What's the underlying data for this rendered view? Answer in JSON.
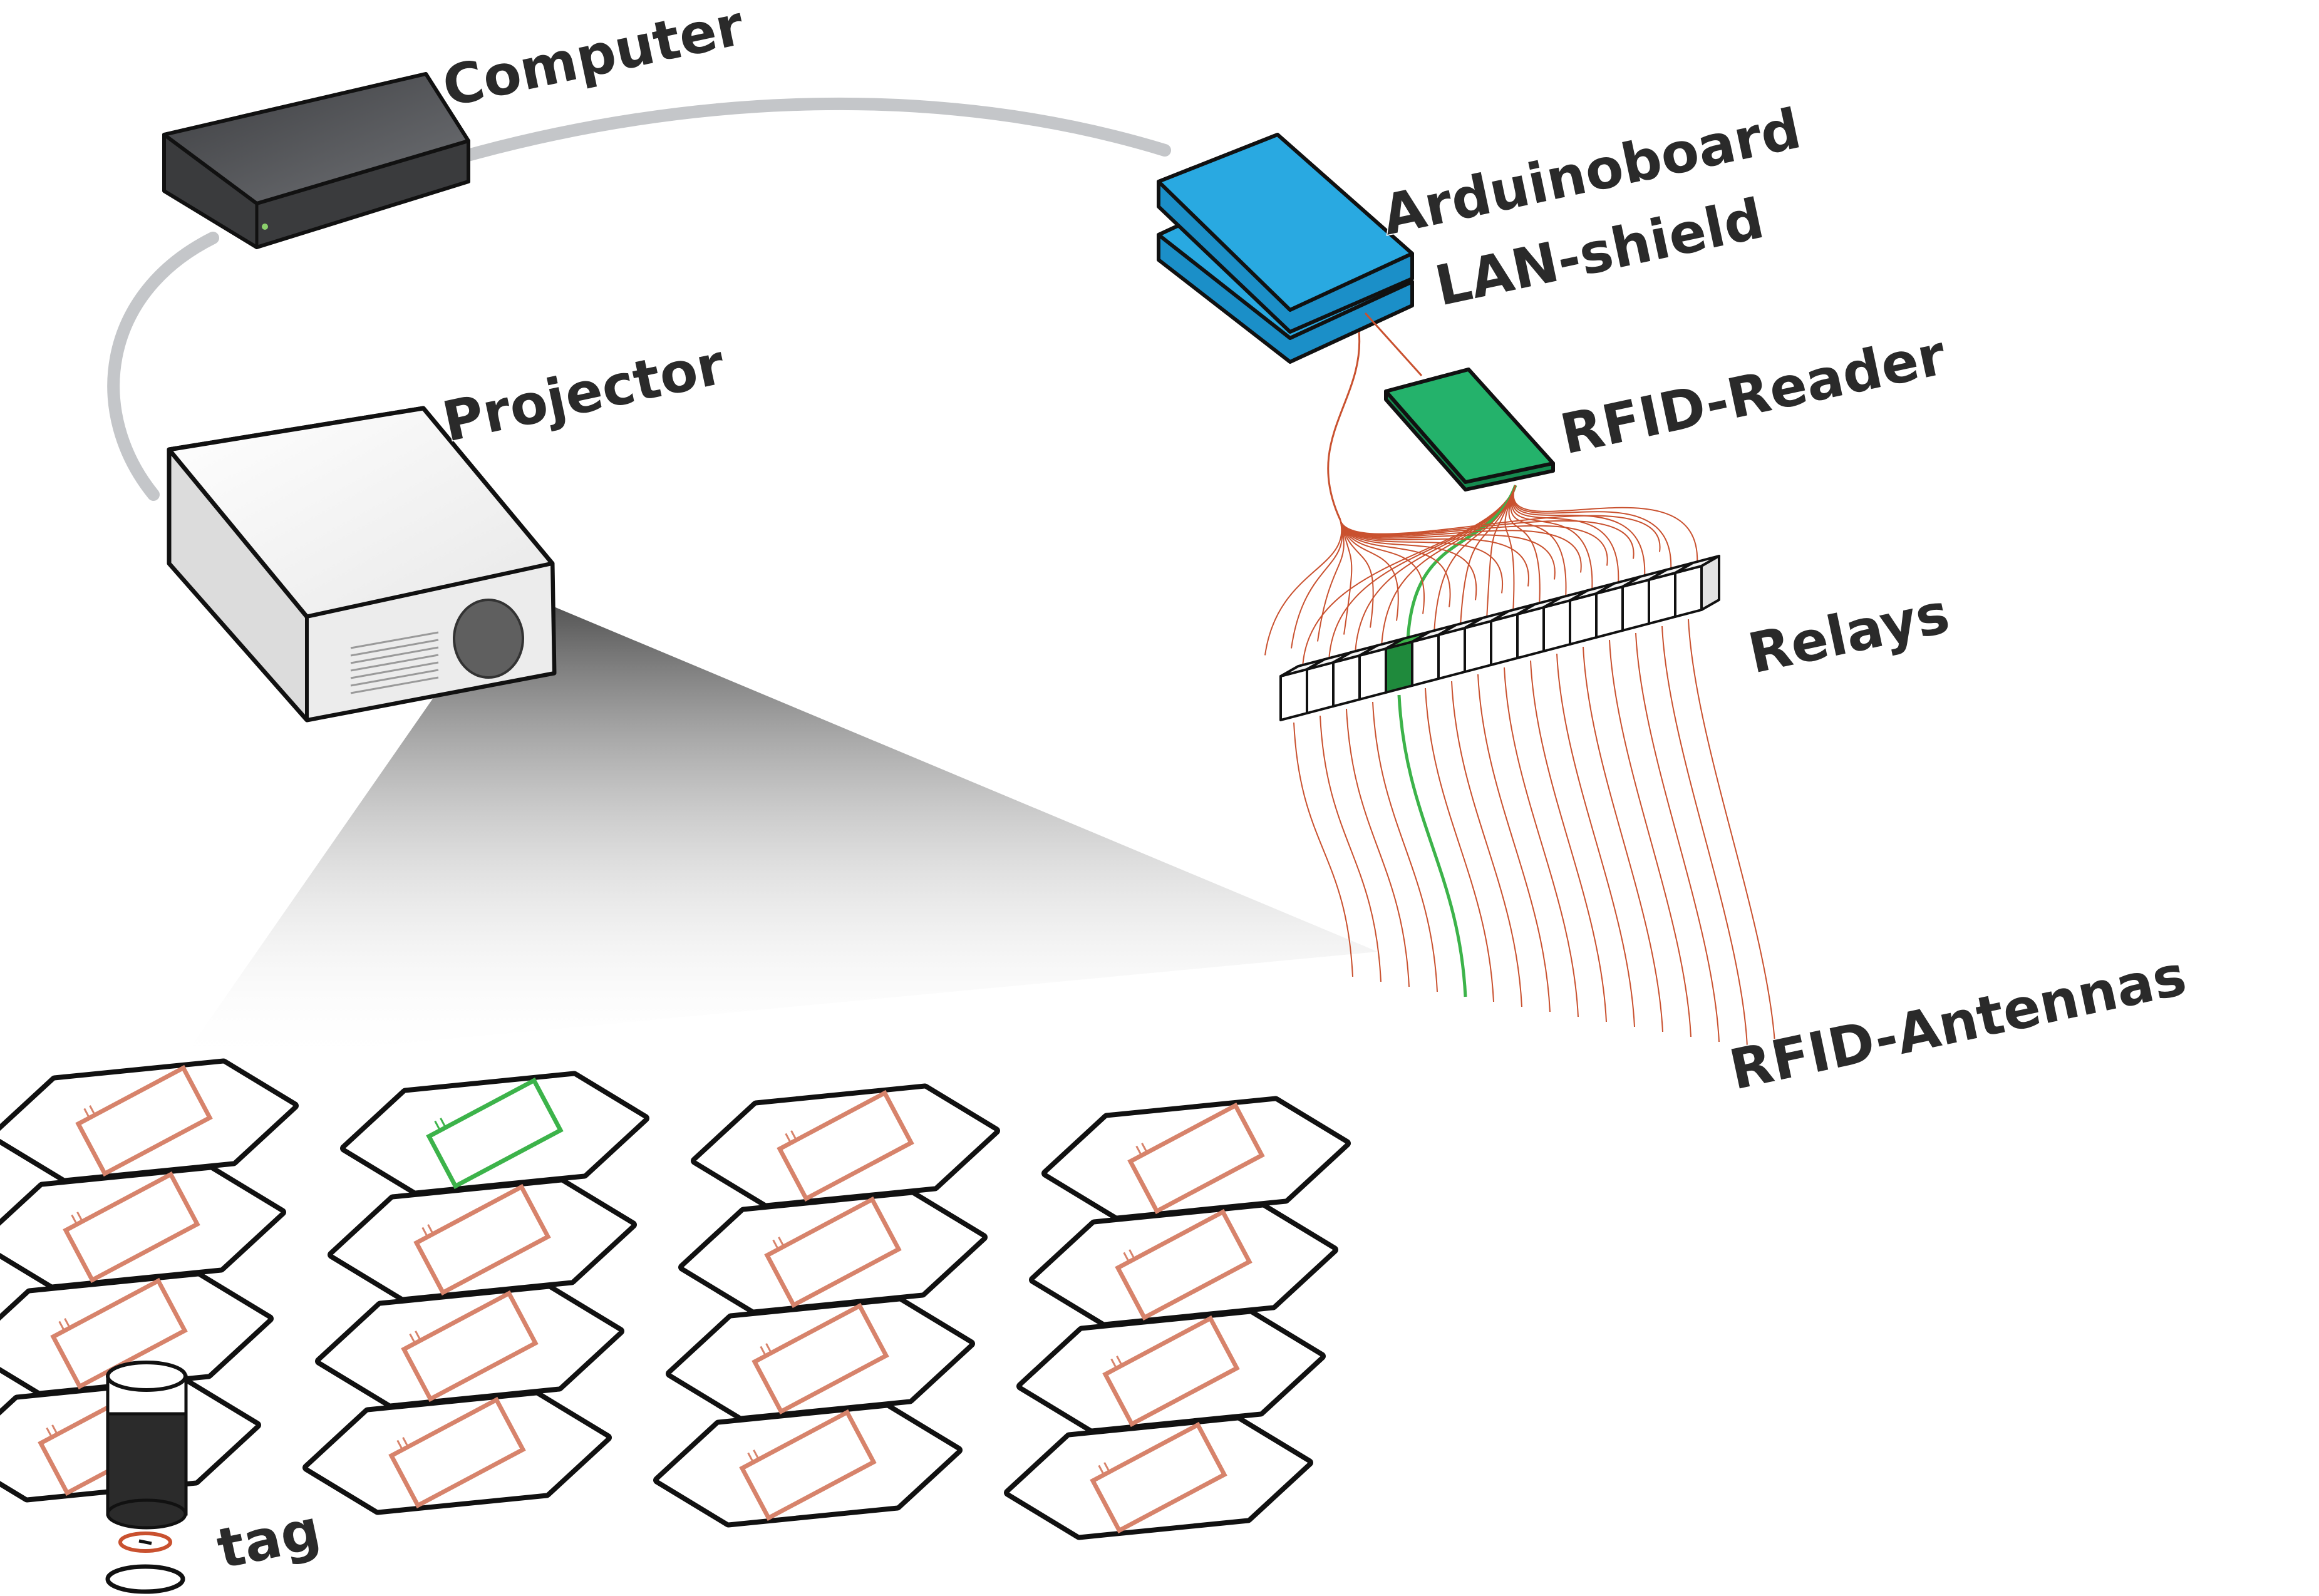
{
  "labels": {
    "computer": "Computer",
    "arduino": "Arduinoboard",
    "lan": "LAN-shield",
    "projector": "Projector",
    "rfid_reader": "RFID-Reader",
    "relays": "Relays",
    "antennas": "RFID-Antennas",
    "tag": "tag"
  },
  "relays": {
    "count": 16,
    "active_index": 4
  },
  "antennas": {
    "count": 16,
    "active_index": 4
  },
  "colors": {
    "device_dark": "#3a3b3d",
    "cable": "#c4c6c9",
    "board": "#29a9e1",
    "reader": "#24b26b",
    "coil": "#d7836b",
    "wire": "#c9512f",
    "active": "#3cb34a",
    "outline": "#1a1a1a"
  }
}
